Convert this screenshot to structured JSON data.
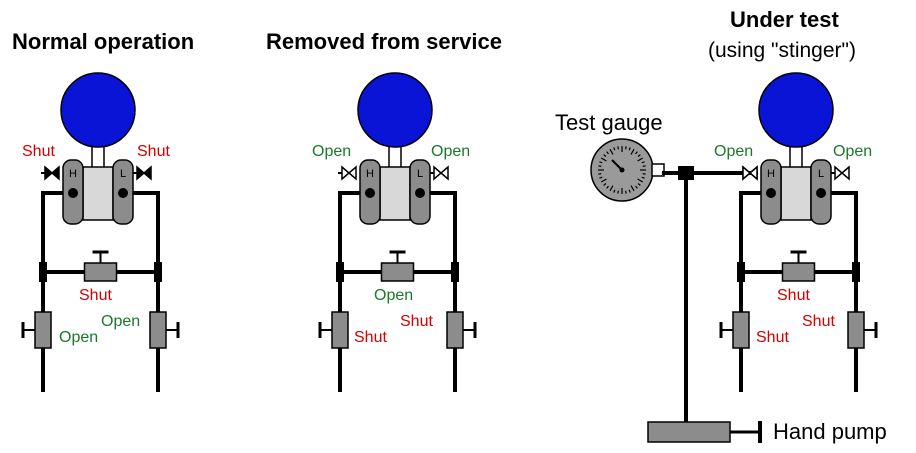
{
  "colors": {
    "shut": "#d40000",
    "open": "#1a7a2a",
    "gauge_dial": "#0a14d6",
    "body_light": "#d8d8d8",
    "body_dark": "#8c8c8c",
    "test_gauge": "#9a9a9a"
  },
  "panels": {
    "normal": {
      "title": "Normal operation",
      "block_left": "Shut",
      "block_right": "Shut",
      "equalizing": "Shut",
      "drain_left": "Open",
      "drain_right": "Open"
    },
    "removed": {
      "title": "Removed from service",
      "block_left": "Open",
      "block_right": "Open",
      "equalizing": "Open",
      "drain_left": "Shut",
      "drain_right": "Shut"
    },
    "test": {
      "title": "Under test",
      "subtitle": "(using \"stinger\")",
      "block_left": "Open",
      "block_right": "Open",
      "equalizing": "Shut",
      "drain_left": "Shut",
      "drain_right": "Shut"
    }
  },
  "ports": {
    "high": "H",
    "low": "L"
  },
  "test_gauge_label": "Test gauge",
  "hand_pump_label": "Hand pump"
}
